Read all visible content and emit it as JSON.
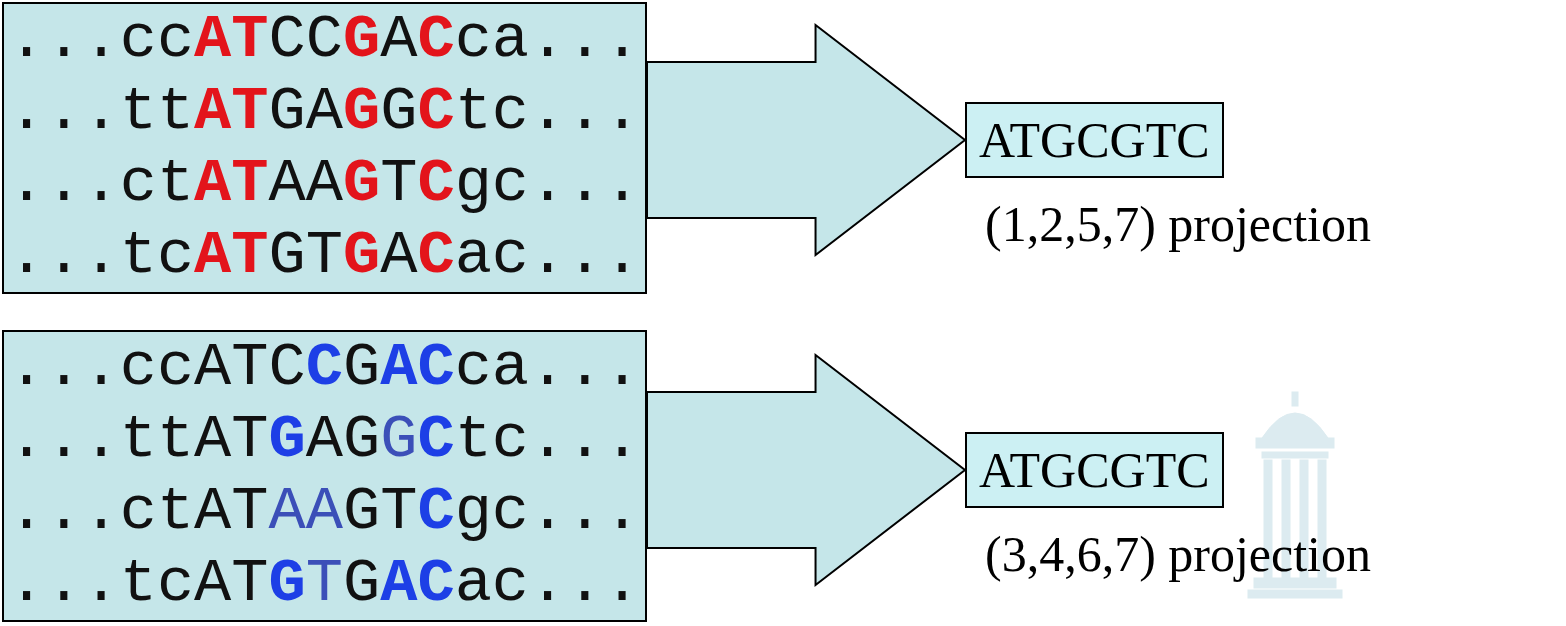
{
  "diagram": {
    "nodes": [
      {
        "text": [
          "...ccATCCGACca...",
          "...ttATGAGGCtc...",
          "...ctATAAGTCgc...",
          "...tcATGTGACac..."
        ]
      },
      {
        "text": [
          "ATGCGTC"
        ]
      },
      {
        "text": [
          "...ccATCCGACca...",
          "...ttATGAGGCtc...",
          "...ctATAAGTCgc...",
          "...tcATGTGACac..."
        ]
      },
      {
        "text": [
          "ATGCGTC"
        ]
      }
    ],
    "edges": [
      {
        "from": 0,
        "to": 1,
        "arrow": "to"
      },
      {
        "from": 2,
        "to": 3,
        "arrow": "to"
      }
    ],
    "labels": [
      "(1,2,5,7) projection",
      "(3,4,6,7) projection"
    ]
  }
}
